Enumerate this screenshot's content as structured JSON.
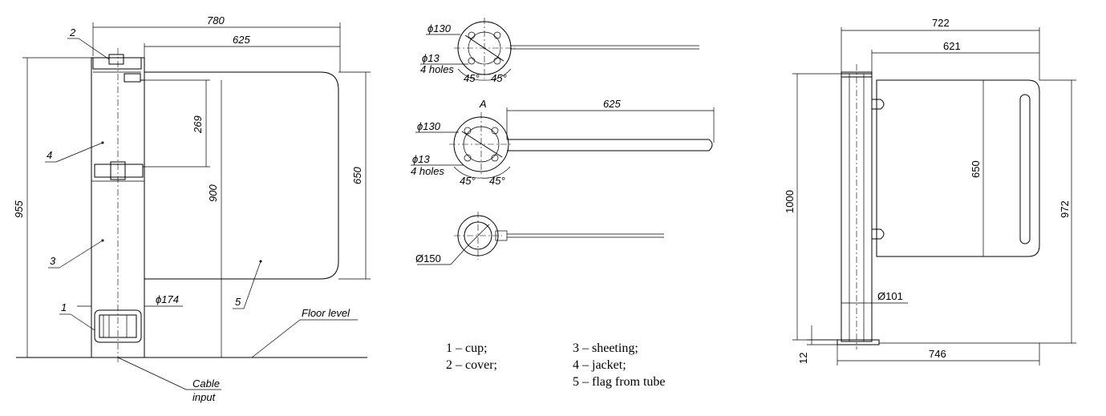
{
  "left_view": {
    "dim_overall_width": "780",
    "dim_arm_length": "625",
    "dim_height_total": "955",
    "dim_arm_height": "900",
    "dim_flag_height": "650",
    "dim_jacket_gap": "269",
    "dim_diameter": "ϕ174",
    "callout_1": "1",
    "callout_2": "2",
    "callout_3": "3",
    "callout_4": "4",
    "callout_5": "5",
    "floor_label": "Floor level",
    "cable_label_line1": "Cable",
    "cable_label_line2": "input"
  },
  "middle_view": {
    "top": {
      "dia": "ϕ130",
      "holes_line1": "ϕ13",
      "holes_line2": "4 holes",
      "angle_left": "45°",
      "angle_right": "45°"
    },
    "mid": {
      "section_mark": "A",
      "dim_length": "625",
      "dia": "ϕ130",
      "holes_line1": "ϕ13",
      "holes_line2": "4 holes",
      "angle_left": "45°",
      "angle_right": "45°"
    },
    "bottom": {
      "dia": "Ø150"
    }
  },
  "legend": {
    "items": [
      "1 – cup;",
      "2 – cover;",
      "3 – sheeting;",
      "4 – jacket;",
      "5 – flag from tube"
    ]
  },
  "right_view": {
    "dim_overall_width": "722",
    "dim_arm_length": "621",
    "dim_height": "1000",
    "dim_flag_height": "650",
    "dim_height_total": "972",
    "dim_diameter": "Ø101",
    "dim_base": "746",
    "dim_base_height": "12"
  }
}
